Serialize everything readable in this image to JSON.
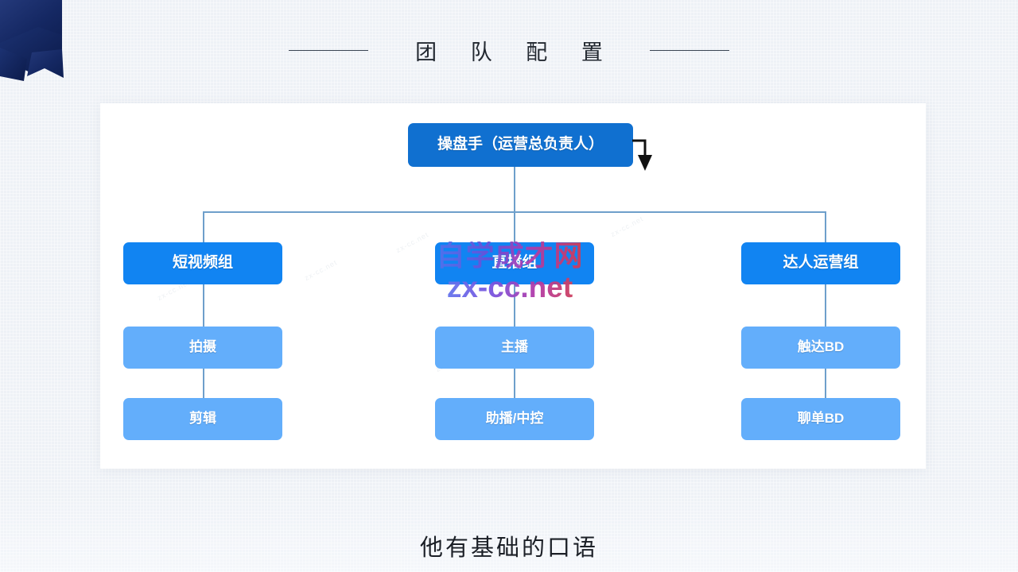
{
  "header": {
    "title": "团 队 配 置",
    "rule_left": "divider-line",
    "rule_right": "divider-line"
  },
  "chart": {
    "root": {
      "label": "操盘手（运营总负责人）"
    },
    "columns": [
      {
        "group": {
          "label": "短视频组"
        },
        "leaves": [
          {
            "label": "拍摄"
          },
          {
            "label": "剪辑"
          }
        ]
      },
      {
        "group": {
          "label": "直播组"
        },
        "leaves": [
          {
            "label": "主播"
          },
          {
            "label": "助播/中控"
          }
        ]
      },
      {
        "group": {
          "label": "达人运营组"
        },
        "leaves": [
          {
            "label": "触达BD"
          },
          {
            "label": "聊单BD"
          }
        ]
      }
    ]
  },
  "watermark": {
    "cn": "自学成才网",
    "url": "zx-cc.net",
    "tiles": [
      "zx-cc.net",
      "zx-cc.net",
      "zx-cc.net",
      "zx-cc.net",
      "zx-cc.net",
      "zx-cc.net"
    ]
  },
  "caption": {
    "text": "他有基础的口语"
  },
  "colors": {
    "background": "#eef1f6",
    "card": "#ffffff",
    "root_blue": "#1070d0",
    "group_blue": "#1184f2",
    "leaf_blue": "#63aefb",
    "connector": "#6e9fcb",
    "ribbon_navy": "#1b2f6b",
    "title_text": "#222830",
    "arrow_black": "#111111"
  }
}
